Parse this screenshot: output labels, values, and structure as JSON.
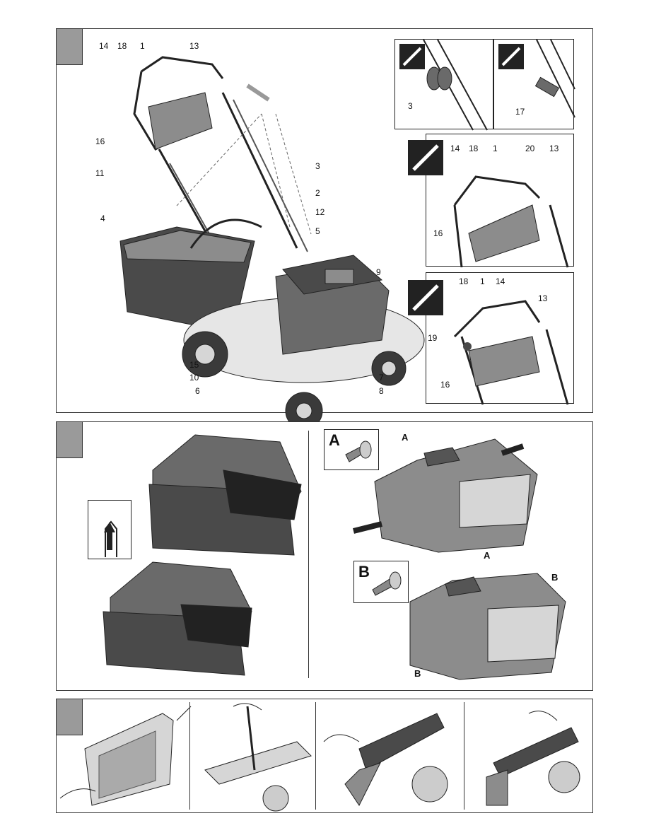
{
  "figure1": {
    "main_labels": {
      "l14": "14",
      "l18": "18",
      "l1": "1",
      "l13": "13",
      "l16": "16",
      "l11": "11",
      "l3": "3",
      "l2": "2",
      "l12": "12",
      "l4": "4",
      "l5": "5",
      "l9": "9",
      "l15": "15",
      "l10": "10",
      "l6": "6",
      "l7": "7",
      "l8": "8"
    },
    "inset_a": {
      "l3": "3"
    },
    "inset_b": {
      "l17": "17"
    },
    "inset_c": {
      "l14": "14",
      "l18": "18",
      "l1": "1",
      "l20": "20",
      "l13": "13",
      "l16": "16"
    },
    "inset_d": {
      "l18": "18",
      "l1": "1",
      "l14": "14",
      "l13": "13",
      "l19": "19",
      "l16": "16"
    }
  },
  "figure2": {
    "box_a_letter": "A",
    "box_b_letter": "B",
    "callout_a": "A",
    "callout_b": "B"
  },
  "colors": {
    "panel_grey": "#9a9a9a",
    "line": "#222222",
    "fill_dark": "#4a4a4a",
    "fill_mid": "#8c8c8c",
    "fill_light": "#d6d6d6"
  }
}
